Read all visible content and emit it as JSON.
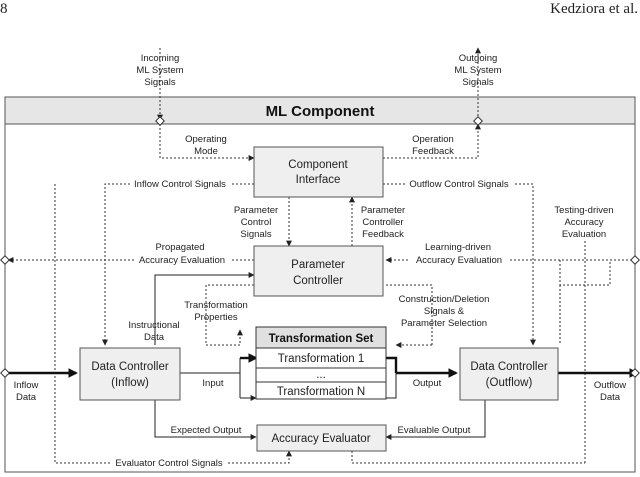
{
  "header": {
    "page_number": "8",
    "authors": "Kedziora et al."
  },
  "diagram": {
    "component_title": "ML Component",
    "boxes": {
      "component_interface": [
        "Component",
        "Interface"
      ],
      "parameter_controller": [
        "Parameter",
        "Controller"
      ],
      "transformation_set": "Transformation Set",
      "transformation_1": "Transformation 1",
      "transformation_ellipsis": "...",
      "transformation_n": "Transformation N",
      "data_controller_inflow": [
        "Data Controller",
        "(Inflow)"
      ],
      "data_controller_outflow": [
        "Data Controller",
        "(Outflow)"
      ],
      "accuracy_evaluator": "Accuracy Evaluator"
    },
    "labels": {
      "incoming_signals": [
        "Incoming",
        "ML System",
        "Signals"
      ],
      "outgoing_signals": [
        "Outgoing",
        "ML System",
        "Signals"
      ],
      "operating_mode": [
        "Operating",
        "Mode"
      ],
      "operation_feedback": [
        "Operation",
        "Feedback"
      ],
      "inflow_control_signals": "Inflow Control Signals",
      "outflow_control_signals": "Outflow Control Signals",
      "parameter_control_signals": [
        "Parameter",
        "Control",
        "Signals"
      ],
      "parameter_controller_feedback": [
        "Parameter",
        "Controller",
        "Feedback"
      ],
      "testing_driven_accuracy_evaluation": [
        "Testing-driven",
        "Accuracy",
        "Evaluation"
      ],
      "propagated_accuracy_evaluation": [
        "Propagated",
        "Accuracy Evaluation"
      ],
      "learning_driven_accuracy_evaluation": [
        "Learning-driven",
        "Accuracy Evaluation"
      ],
      "transformation_properties": [
        "Transformation",
        "Properties"
      ],
      "construction_deletion": [
        "Construction/Deletion",
        "Signals &",
        "Parameter Selection"
      ],
      "instructional_data": [
        "Instructional",
        "Data"
      ],
      "inflow_data": [
        "Inflow",
        "Data"
      ],
      "outflow_data": [
        "Outflow",
        "Data"
      ],
      "input": "Input",
      "output": "Output",
      "expected_output": "Expected Output",
      "evaluable_output": "Evaluable Output",
      "evaluator_control_signals": "Evaluator Control Signals"
    }
  }
}
